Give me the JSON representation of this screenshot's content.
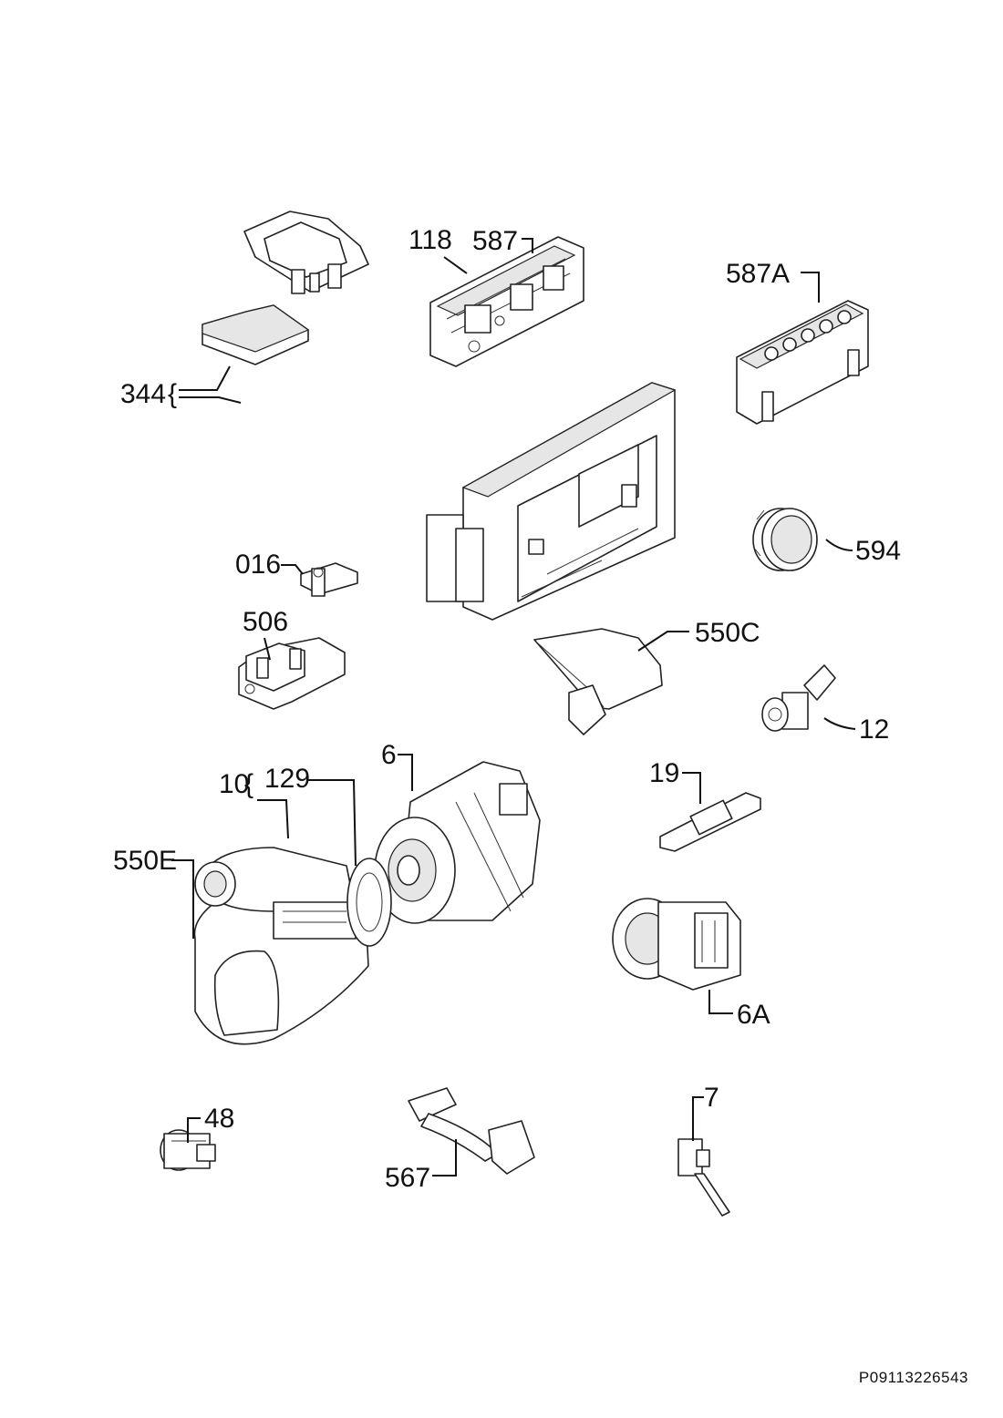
{
  "labels": {
    "p118": "118",
    "p587A": "587A",
    "p344": "344",
    "p587": "587",
    "p594": "594",
    "p016": "016",
    "p506": "506",
    "p550C": "550C",
    "p12": "12",
    "p6": "6",
    "p10": "10",
    "p129": "129",
    "p19": "19",
    "p550E": "550E",
    "p6A": "6A",
    "p48": "48",
    "p567": "567",
    "p7": "7"
  },
  "reference_code": "P09113226543"
}
